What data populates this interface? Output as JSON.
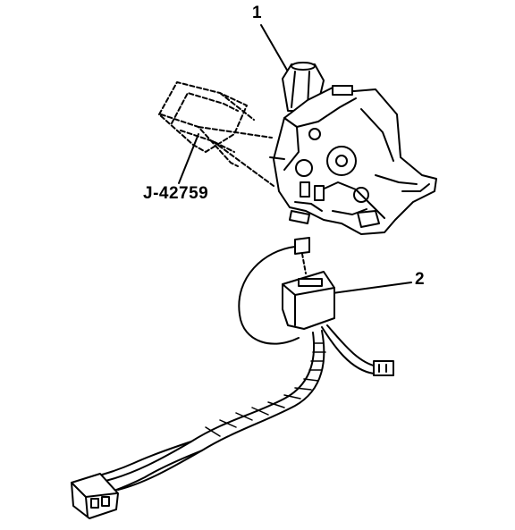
{
  "diagram": {
    "callouts": [
      {
        "id": "1",
        "text": "1"
      },
      {
        "id": "2",
        "text": "2"
      }
    ],
    "tool_label": "J-42759",
    "colors": {
      "ink": "#000000",
      "background": "#ffffff"
    }
  }
}
